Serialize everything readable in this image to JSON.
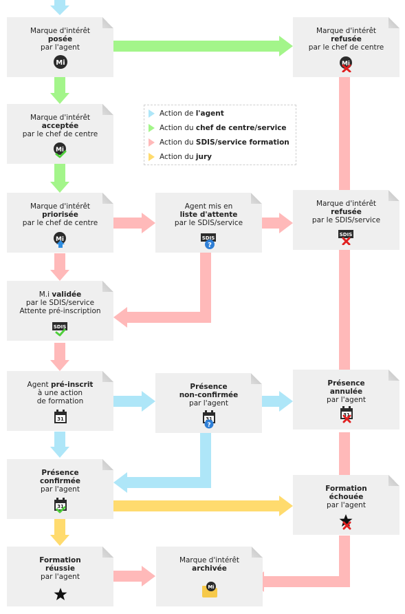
{
  "colors": {
    "agent": "#aee6f8",
    "chef": "#a3f58a",
    "sdis": "#ffb9b9",
    "jury": "#ffdb6e",
    "card_bg": "#efefef"
  },
  "legend": [
    {
      "prefix": "Action de ",
      "bold": "l'agent",
      "color": "agent"
    },
    {
      "prefix": "Action du ",
      "bold": "chef de centre/service",
      "color": "chef"
    },
    {
      "prefix": "Action du ",
      "bold": "SDIS/service formation",
      "color": "sdis"
    },
    {
      "prefix": "Action du ",
      "bold": "jury",
      "color": "jury"
    }
  ],
  "nodes": {
    "mi_posee": {
      "l1": "Marque d'intérêt",
      "l2": "posée",
      "l3": "par l'agent",
      "icon": "mi-icon"
    },
    "mi_refusee_chef": {
      "l1": "Marque d'intérêt",
      "l2": "refusée",
      "l3": "par le chef de centre",
      "icon": "mi-refused-icon"
    },
    "mi_acceptee": {
      "l1": "Marque d'intérêt",
      "l2": "acceptée",
      "l3": "par le chef de centre",
      "icon": "mi-accepted-icon"
    },
    "mi_priorisee": {
      "l1": "Marque d'intérêt",
      "l2": "priorisée",
      "l3": "par le chef de centre",
      "icon": "mi-prioritized-icon"
    },
    "liste_attente": {
      "l1": "Agent mis en",
      "l2": "liste d'attente",
      "l3": "par le SDIS/service",
      "icon": "sdis-question-icon"
    },
    "mi_refusee_sdis": {
      "l1": "Marque d'intérêt",
      "l2": "refusée",
      "l3": "par le SDIS/service",
      "icon": "sdis-refused-icon"
    },
    "mi_validee": {
      "l1a": "M.i ",
      "l1b": "validée",
      "l2": "par le SDIS/service",
      "l3": "Attente pré-inscription",
      "icon": "sdis-validated-icon"
    },
    "pre_inscrit": {
      "l1a": "Agent ",
      "l1b": "pré-inscrit",
      "l2": "à une action",
      "l3": "de formation",
      "icon": "calendar-icon",
      "cal": "31"
    },
    "non_confirmee": {
      "l1": "Présence",
      "l2": "non-confirmée",
      "l3": "par l'agent",
      "icon": "calendar-question-icon"
    },
    "annulee": {
      "l1": "Présence",
      "l2": "annulée",
      "l3": "par l'agent",
      "icon": "calendar-cancel-icon"
    },
    "confirmee": {
      "l1": "Présence",
      "l2": "confirmée",
      "l3": "par l'agent",
      "icon": "calendar-check-icon"
    },
    "echouee": {
      "l1": "Formation",
      "l2": "échouée",
      "l3": "par l'agent",
      "icon": "star-fail-icon"
    },
    "reussie": {
      "l1": "Formation",
      "l2": "réussie",
      "l3": "par l'agent",
      "icon": "star-icon"
    },
    "archivee": {
      "l1": "Marque d'intérêt",
      "l2": "archivée",
      "icon": "folder-mi-icon"
    }
  },
  "icon_text": {
    "mi": "Mi",
    "sdis": "SDIS"
  }
}
